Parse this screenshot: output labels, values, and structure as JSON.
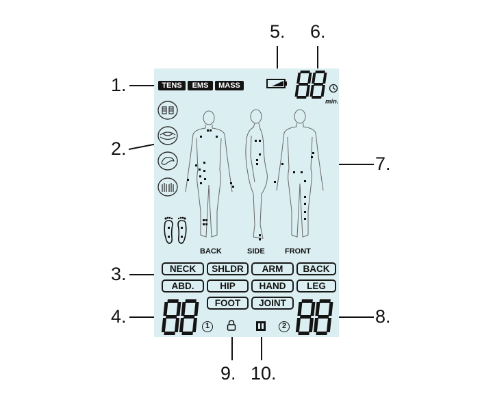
{
  "callouts": [
    "1.",
    "2.",
    "3.",
    "4.",
    "5.",
    "6.",
    "7.",
    "8.",
    "9.",
    "10."
  ],
  "modes": [
    "TENS",
    "EMS",
    "MASS"
  ],
  "body_parts": [
    "NECK",
    "SHLDR",
    "ARM",
    "BACK",
    "ABD.",
    "HIP",
    "HAND",
    "LEG",
    "FOOT",
    "JOINT"
  ],
  "views": [
    "BACK",
    "SIDE",
    "FRONT"
  ],
  "timer": {
    "digits": "88",
    "unit": "min."
  },
  "channel_1": {
    "intensity": "88",
    "label": "1"
  },
  "channel_2": {
    "intensity": "88",
    "label": "2"
  },
  "icons": [
    "battery-icon",
    "timer-icon",
    "kneading-massage-icon",
    "pressing-massage-icon",
    "rubbing-massage-icon",
    "tapping-massage-icon",
    "feet-icon",
    "lock-icon",
    "dual-channel-icon"
  ],
  "colors": {
    "lcd_background": "#dbeef1",
    "segment": "#141414",
    "outline": "#1a1a1a"
  }
}
